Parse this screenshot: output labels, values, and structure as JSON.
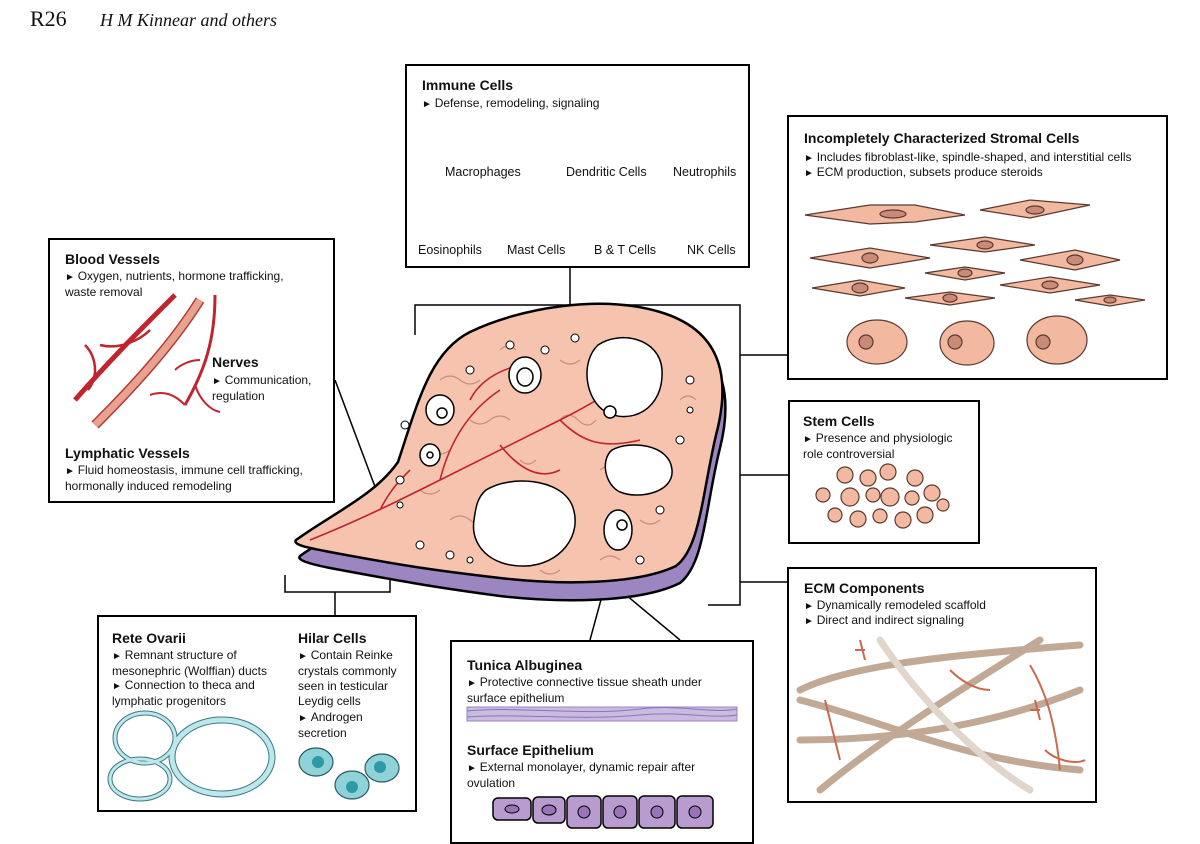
{
  "header": {
    "page_number": "R26",
    "authors": "H M Kinnear and others"
  },
  "immune": {
    "title": "Immune Cells",
    "desc": "Defense, remodeling, signaling",
    "labels": [
      "Macrophages",
      "Dendritic Cells",
      "Neutrophils",
      "Eosinophils",
      "Mast Cells",
      "B & T Cells",
      "NK Cells"
    ]
  },
  "stromal": {
    "title": "Incompletely Characterized Stromal Cells",
    "desc": [
      "Includes fibroblast-like, spindle-shaped, and interstitial cells",
      "ECM production, subsets produce steroids"
    ]
  },
  "blood": {
    "title": "Blood Vessels",
    "desc": "Oxygen, nutrients, hormone trafficking, waste removal",
    "nerves_title": "Nerves",
    "nerves_desc": "Communication, regulation",
    "lymph_title": "Lymphatic Vessels",
    "lymph_desc": "Fluid homeostasis, immune cell trafficking, hormonally induced remodeling"
  },
  "stem": {
    "title": "Stem Cells",
    "desc": "Presence and physiologic role controversial"
  },
  "ecm": {
    "title": "ECM Components",
    "desc": [
      "Dynamically remodeled scaffold",
      "Direct and indirect signaling"
    ]
  },
  "rete": {
    "title": "Rete Ovarii",
    "desc": [
      "Remnant structure of mesonephric (Wolffian) ducts",
      "Connection to theca and lymphatic progenitors"
    ]
  },
  "hilar": {
    "title": "Hilar Cells",
    "desc": [
      "Contain Reinke crystals commonly seen in testicular Leydig cells",
      "Androgen secretion"
    ]
  },
  "tunica": {
    "title": "Tunica Albuginea",
    "desc": "Protective connective tissue sheath under surface epithelium",
    "surface_title": "Surface Epithelium",
    "surface_desc": "External monolayer, dynamic repair after ovulation"
  },
  "colors": {
    "cell_fill": "#f2b8a0",
    "cell_stroke": "#5a3a30",
    "vessel": "#c0242e",
    "tunica": "#9b86c2",
    "lymph": "#7fc8d0"
  }
}
